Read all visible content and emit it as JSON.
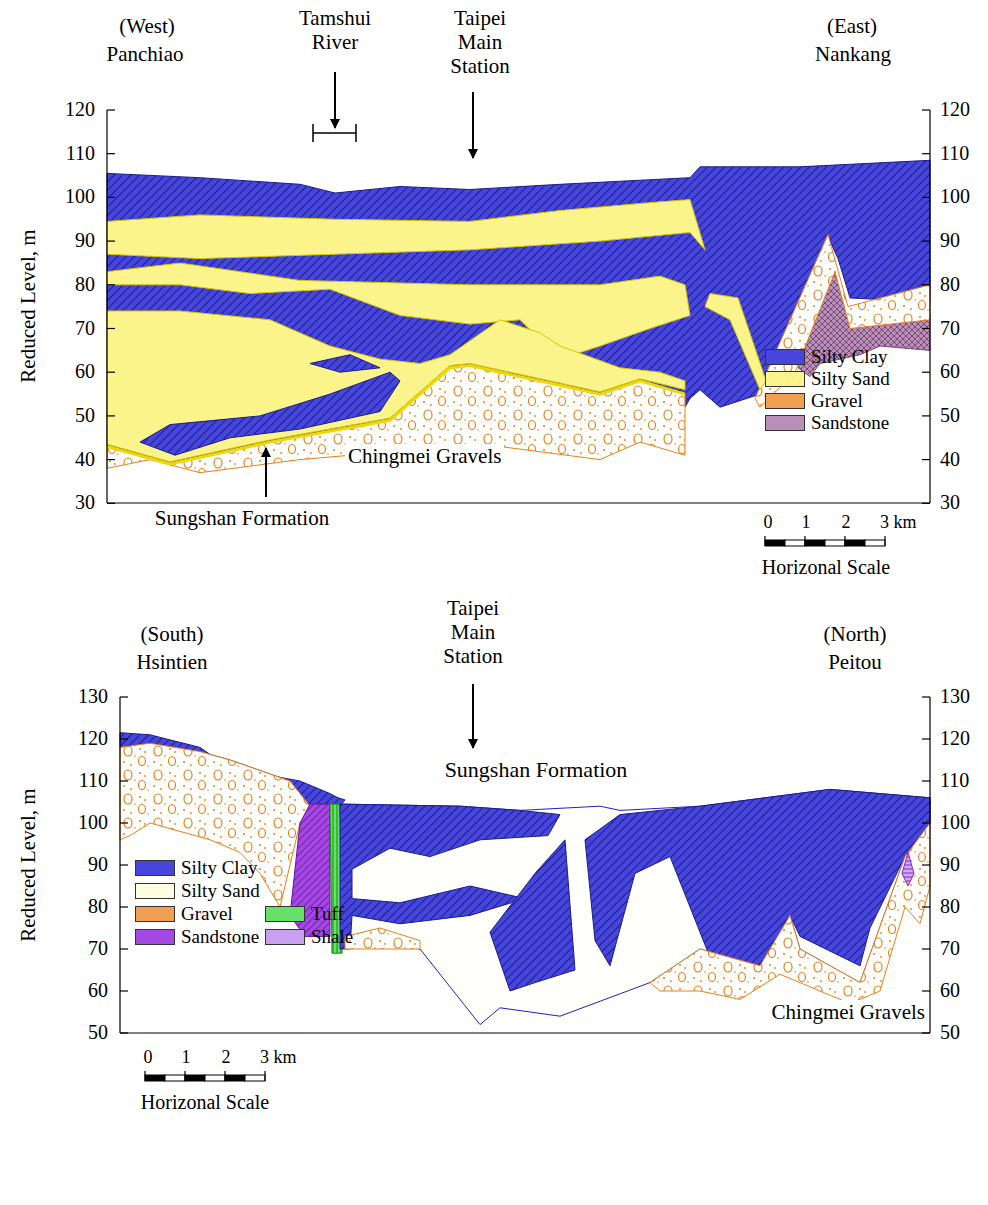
{
  "diagram": {
    "labels": [
      "(West)",
      "Panchiao",
      "Tamshui River",
      "Taipei Main Station",
      "(East)",
      "Nankang",
      "120",
      "110",
      "100",
      "90",
      "80",
      "70",
      "60",
      "50",
      "40",
      "30",
      "120",
      "110",
      "100",
      "90",
      "80",
      "70",
      "60",
      "50",
      "40",
      "30",
      "Reduced Level, m",
      "Chingmei Gravels",
      "Sungshan Formation",
      "0",
      "1",
      "2",
      "3 km",
      "Horizonal Scale",
      "(South)",
      "Hsintien",
      "Taipei Main Station",
      "(North)",
      "Peitou",
      "130",
      "120",
      "110",
      "100",
      "90",
      "80",
      "70",
      "60",
      "50",
      "130",
      "120",
      "110",
      "100",
      "90",
      "80",
      "70",
      "60",
      "50",
      "Reduced Level, m",
      "Sungshan Formation",
      "Chingmei Gravels",
      "0",
      "1",
      "2",
      "3 km",
      "Horizonal Scale"
    ],
    "legend": [
      {
        "text": "Silty Clay",
        "color": "#4646dc"
      },
      {
        "text": "Silty Sand",
        "color": "#fbf48a"
      },
      {
        "text": "Gravel",
        "color": "#f0a050"
      },
      {
        "text": "Sandstone",
        "color": "#b890b8"
      },
      {
        "text": "Silty Clay",
        "color": "#4646dc"
      },
      {
        "text": "Silty Sand",
        "color": "#fffde0"
      },
      {
        "text": "Gravel",
        "color": "#f0a050"
      },
      {
        "text": "Sandstone",
        "color": "#a448e4"
      },
      {
        "text": "Tuff",
        "color": "#66e066"
      },
      {
        "text": "Shale",
        "color": "#c9a0f0"
      }
    ]
  }
}
